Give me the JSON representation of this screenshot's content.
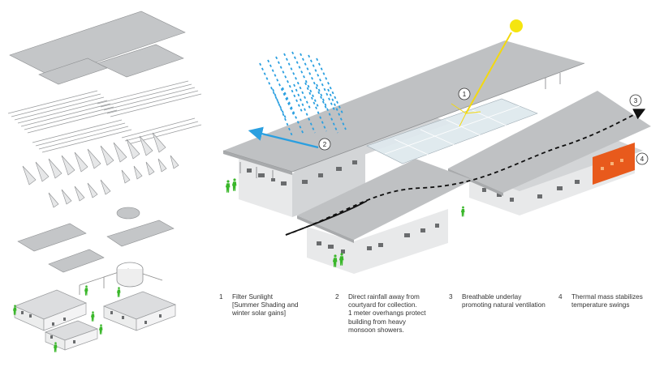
{
  "colors": {
    "roof": "#bfc1c3",
    "roof_edge": "#8e9092",
    "wall": "#e8e9ea",
    "wall_shade": "#d3d5d7",
    "sun": "#f5e50f",
    "sun_ray": "#f3d90f",
    "rain": "#2a9fe0",
    "airflow": "#111111",
    "thermal": "#e85a1c",
    "person": "#3ab72a",
    "line": "#8a8a8a"
  },
  "icons": [
    "sun-icon",
    "person-icon"
  ],
  "callouts": [
    {
      "id": "1",
      "label": "1"
    },
    {
      "id": "2",
      "label": "2"
    },
    {
      "id": "3",
      "label": "3"
    },
    {
      "id": "4",
      "label": "4"
    }
  ],
  "legend": [
    {
      "num": "1",
      "lines": [
        "Filter Sunlight",
        "[Summer Shading and",
        "winter solar gains]"
      ]
    },
    {
      "num": "2",
      "lines": [
        "Direct rainfall away from",
        "courtyard for collection.",
        "1 meter overhangs protect",
        "building from heavy",
        "monsoon showers."
      ]
    },
    {
      "num": "3",
      "lines": [
        "Breathable underlay",
        "promoting natural ventilation"
      ]
    },
    {
      "num": "4",
      "lines": [
        "Thermal mass stabilizes",
        "temperature swings"
      ]
    }
  ]
}
